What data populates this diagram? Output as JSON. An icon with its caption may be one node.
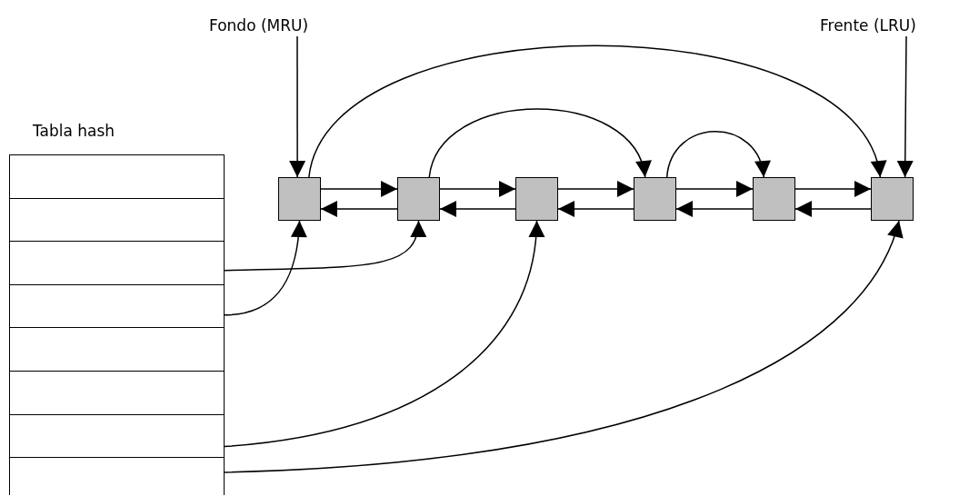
{
  "diagram": {
    "nodes": [
      {
        "text": [
          "Fondo (MRU)"
        ]
      },
      {
        "text": [
          "Frente (LRU)"
        ]
      },
      {
        "text": [
          "Tabla hash"
        ]
      },
      {
        "text": [],
        "shape": "box",
        "in": 2
      },
      {
        "text": [],
        "shape": "box",
        "in": 2
      },
      {
        "text": [],
        "shape": "box",
        "in": 2
      },
      {
        "text": [],
        "shape": "box",
        "in": 2
      },
      {
        "text": [],
        "shape": "box",
        "in": 2
      },
      {
        "text": [],
        "shape": "box",
        "in": 2
      },
      {
        "text": [],
        "shape": "box",
        "in": 2
      },
      {
        "text": [],
        "shape": "box",
        "in": 2
      },
      {
        "text": [],
        "shape": "box"
      },
      {
        "text": [],
        "shape": "box"
      },
      {
        "text": [],
        "shape": "box"
      },
      {
        "text": [],
        "shape": "box"
      },
      {
        "text": [],
        "shape": "box"
      },
      {
        "text": [],
        "shape": "box"
      }
    ],
    "edges": [
      {
        "from": 0,
        "to": 11,
        "arrow": "to"
      },
      {
        "from": 1,
        "to": 16,
        "arrow": "to"
      },
      {
        "from": 11,
        "to": 16,
        "arrow": "to"
      },
      {
        "from": 12,
        "to": 14,
        "arrow": "to"
      },
      {
        "from": 14,
        "to": 15,
        "arrow": "to"
      },
      {
        "from": 11,
        "to": 12,
        "arrow": "to"
      },
      {
        "from": 12,
        "to": 11,
        "arrow": "to"
      },
      {
        "from": 12,
        "to": 13,
        "arrow": "to"
      },
      {
        "from": 13,
        "to": 12,
        "arrow": "to"
      },
      {
        "from": 13,
        "to": 14,
        "arrow": "to"
      },
      {
        "from": 14,
        "to": 13,
        "arrow": "to"
      },
      {
        "from": 14,
        "to": 15,
        "arrow": "to"
      },
      {
        "from": 15,
        "to": 14,
        "arrow": "to"
      },
      {
        "from": 15,
        "to": 16,
        "arrow": "to"
      },
      {
        "from": 16,
        "to": 15,
        "arrow": "to"
      },
      {
        "from": 5,
        "to": 12,
        "arrow": "to"
      },
      {
        "from": 6,
        "to": 11,
        "arrow": "to"
      },
      {
        "from": 9,
        "to": 13,
        "arrow": "to"
      },
      {
        "from": 10,
        "to": 16,
        "arrow": "to"
      }
    ]
  }
}
